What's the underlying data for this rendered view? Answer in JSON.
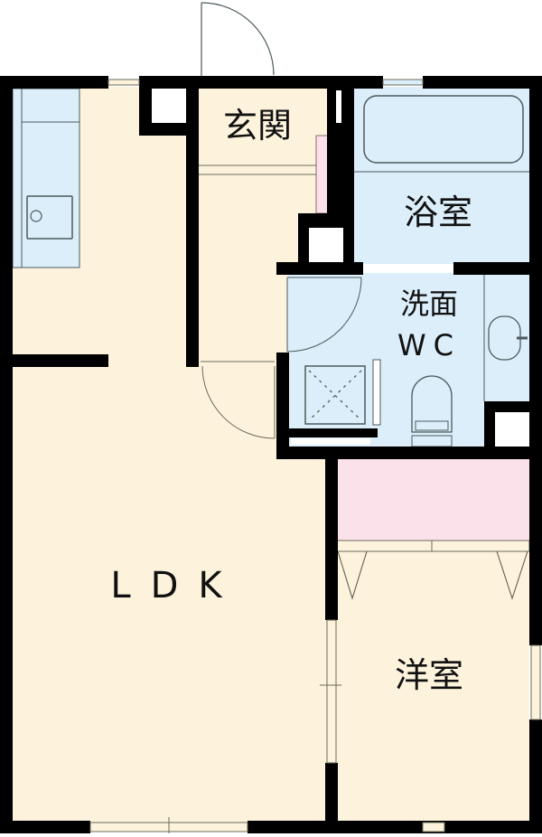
{
  "floor_plan": {
    "layout": "1LDK",
    "colors": {
      "living_floor": "#fdf3dd",
      "wet_area": "#dbeef9",
      "storage": "#fbe1ea",
      "wall": "#000000",
      "fixture_line": "#4d5a5e",
      "background": "#ffffff"
    },
    "rooms": {
      "entrance": {
        "label": "玄関"
      },
      "bathroom": {
        "label": "浴室"
      },
      "washroom": {
        "label": "洗面"
      },
      "toilet": {
        "label": "WC"
      },
      "ldk": {
        "label": "LDK"
      },
      "western_room": {
        "label": "洋室"
      }
    },
    "fixtures": [
      "kitchen-counter",
      "kitchen-sink",
      "bathtub",
      "wash-basin",
      "toilet",
      "washing-machine-pan",
      "shoe-closet",
      "closet"
    ]
  }
}
